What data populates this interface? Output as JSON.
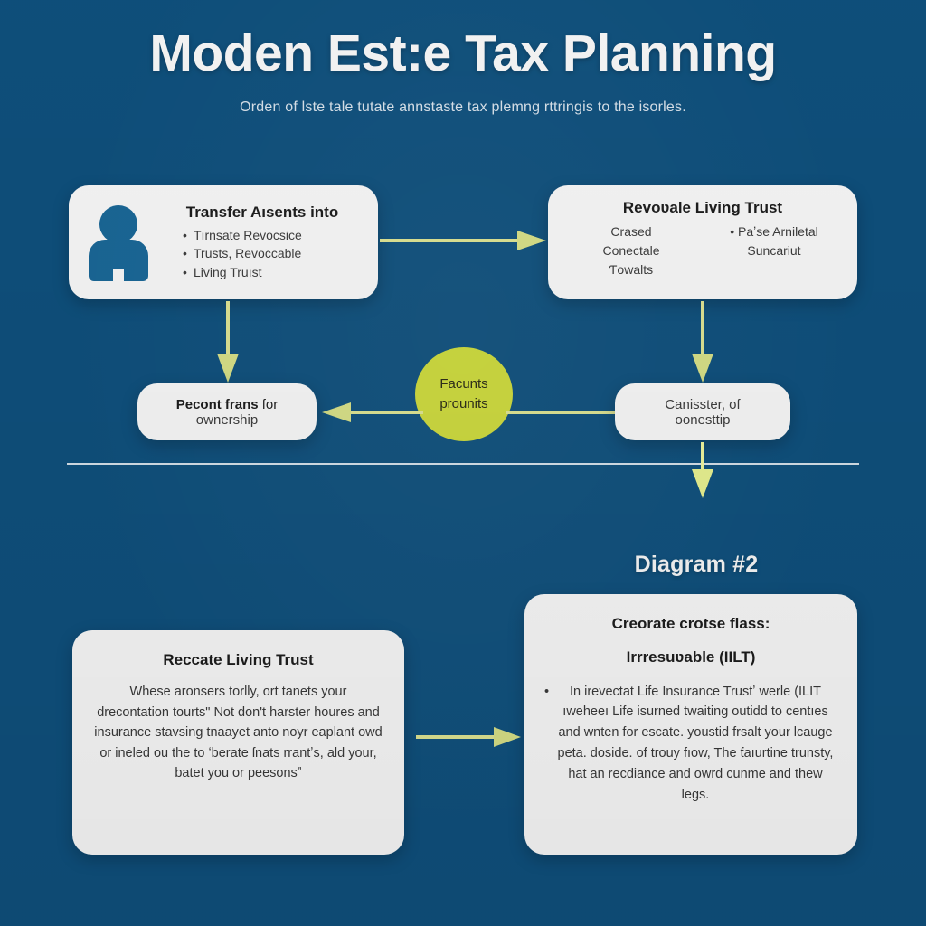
{
  "header": {
    "title": "Moden Est:e Tax Planning",
    "subtitle": "Orden of lste tale tutate annstaste tax plemng rttringis to the isorles."
  },
  "colors": {
    "background": "#0f5280",
    "card": "#ffffff",
    "accent_green": "#d2e03c",
    "arrow": "#e4ea96",
    "icon_blue": "#1a6a9b",
    "divider": "#eef4f8",
    "heading_text": "#ffffff",
    "body_text": "#3a3a3a"
  },
  "diagram1": {
    "transfer_card": {
      "title": "Transfer Aısents into",
      "icon": "person-icon",
      "bullets": [
        "Tırnsate Revocsice",
        "Trusts, Revoccable",
        "Living Truıst"
      ]
    },
    "rlt_card": {
      "title": "Revoʋale Living Trust",
      "left_lines": [
        "Crased",
        "Conectale",
        "Ƭowalts"
      ],
      "right_lines": [
        "Paʼse Arniletal",
        "Suncariut"
      ]
    },
    "hub": {
      "line1": "Facunts",
      "line2": "prounits"
    },
    "ownership_card": {
      "line1_strong": "Pecont frans",
      "line1_rest": " for",
      "line2": "ownership"
    },
    "canister_card": {
      "line1": "Canisster, of",
      "line2": "oonesttip"
    }
  },
  "diagram2": {
    "heading": "Diagram #2",
    "left_card": {
      "title": "Reccate Living Trust",
      "body": "Whese aronsers torlly, ort tanets your drecontation tourts\" Not don't harster houres and insurance stavsing tnaayet anto noyr eaplant owd or ineled ou the to ʻberate ſnats rrantʼs, ald your, batet you or peesonsˮ"
    },
    "right_card": {
      "title": "Creorate crotse flass:",
      "subtitle": "Irrresuʋable (IILT)",
      "body": "In irevectat Life Insurance Trustʼ werle (ILIT ıweheeı Life isurned twaiting outidd to centıes and wnten for escate. youstid frsalt your lcauge peta. doside. of trouy fıow, The ƭaıurtine trunsty, hat an recdiance and owrd cunme and thew legs."
    }
  },
  "arrows": {
    "top_horizontal": "arrow-right",
    "left_vertical": "arrow-down",
    "right_vertical": "arrow-down",
    "hub_to_left": "arrow-left",
    "hub_from_right": "line",
    "down_through_divider": "arrow-down",
    "bottom_horizontal": "arrow-right"
  }
}
